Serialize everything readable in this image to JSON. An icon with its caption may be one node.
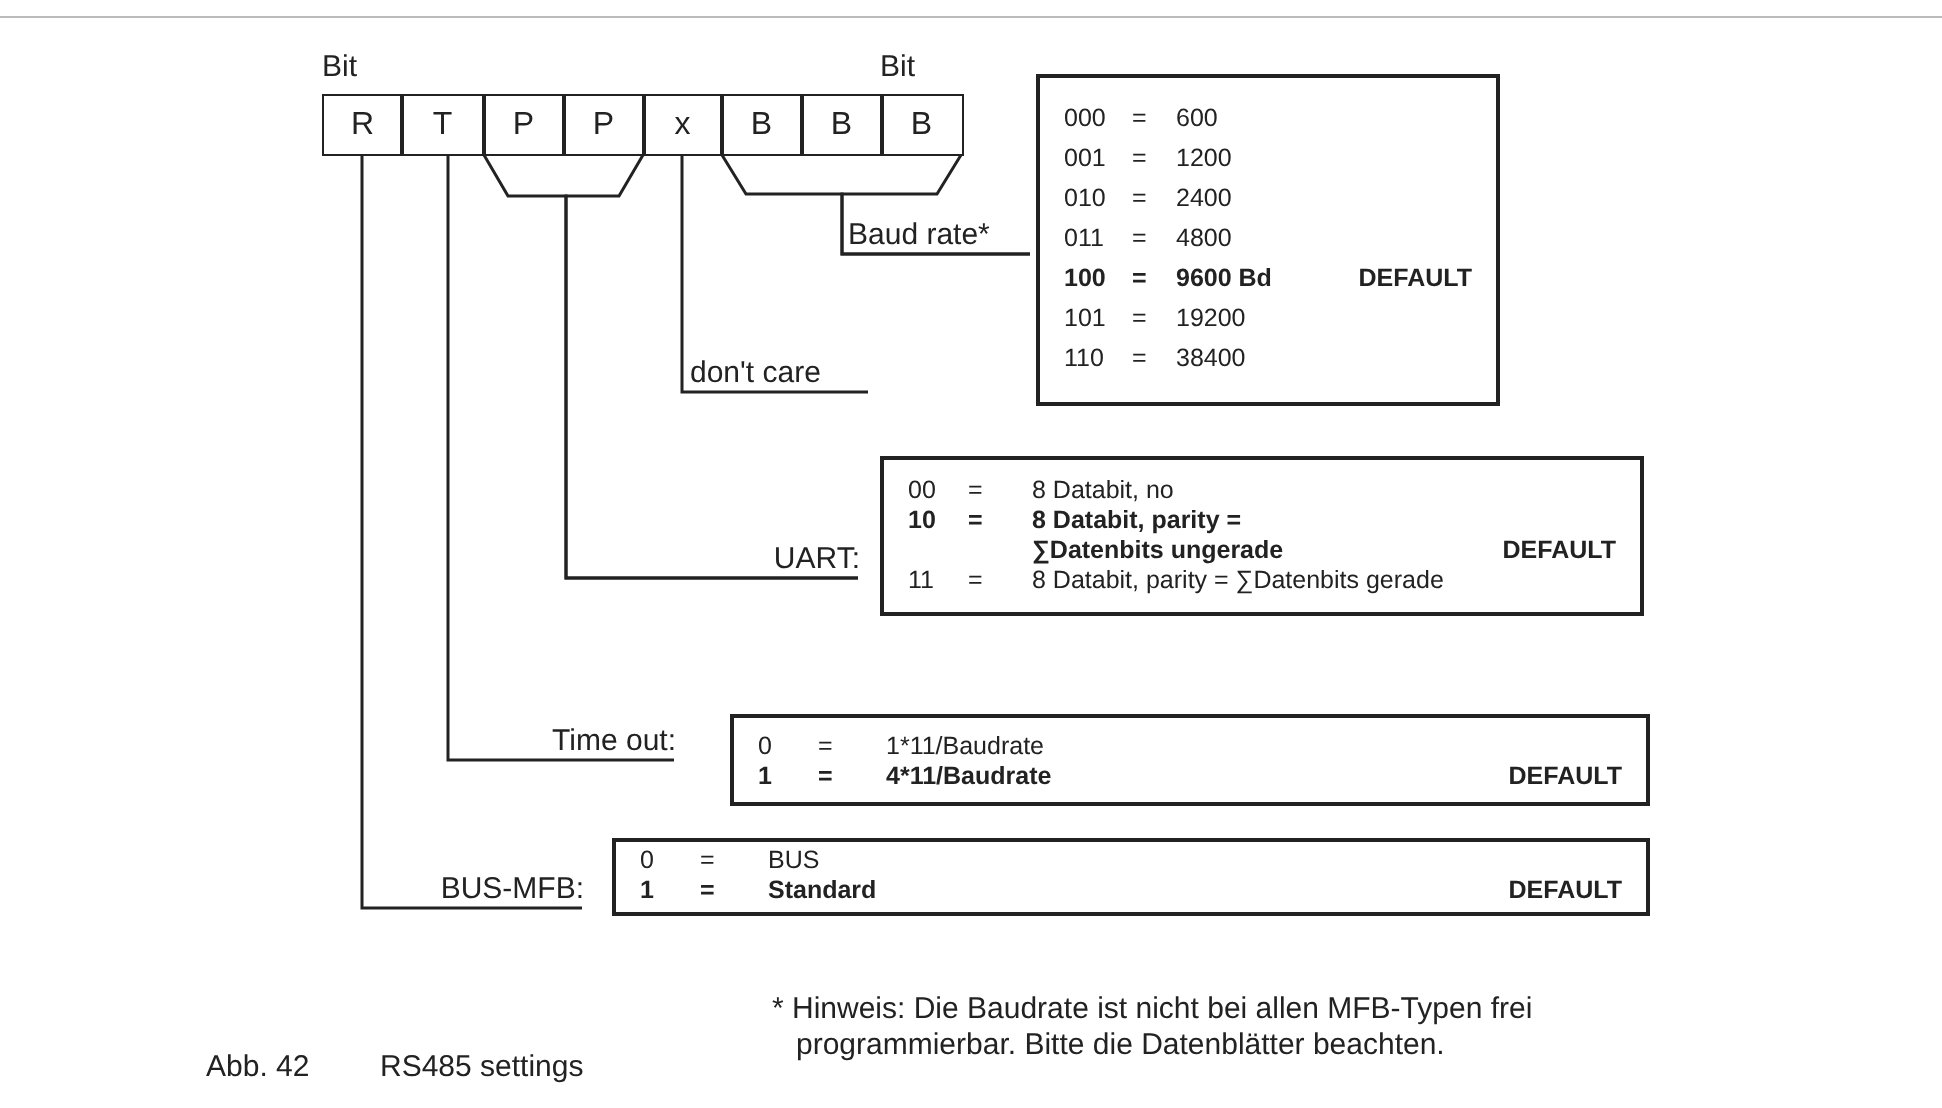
{
  "diagram": {
    "nodes": [
      {
        "text": [
          "R"
        ]
      },
      {
        "text": [
          "T"
        ]
      },
      {
        "text": [
          "P"
        ]
      },
      {
        "text": [
          "P"
        ]
      },
      {
        "text": [
          "x"
        ]
      },
      {
        "text": [
          "B"
        ]
      },
      {
        "text": [
          "B"
        ]
      },
      {
        "text": [
          "B"
        ]
      },
      {
        "text": [
          "Baud rate*"
        ]
      },
      {
        "text": [
          "000",
          "=",
          "600",
          "001",
          "=",
          "1200",
          "010",
          "=",
          "2400",
          "011",
          "=",
          "4800",
          "100",
          "=",
          "9600 Bd",
          "DEFAULT",
          "101",
          "=",
          "19200",
          "110",
          "=",
          "38400"
        ]
      },
      {
        "text": [
          "don't care"
        ]
      },
      {
        "text": [
          "UART:"
        ]
      },
      {
        "text": [
          "00",
          "=",
          "8 Databit, no",
          "10",
          "=",
          "8 Databit, parity = ∑Datenbits ungerade",
          "DEFAULT",
          "11",
          "=",
          "8 Databit, parity = ∑Datenbits gerade"
        ]
      },
      {
        "text": [
          "Time out:"
        ]
      },
      {
        "text": [
          "0",
          "=",
          "1*11/Baudrate",
          "1",
          "=",
          "4*11/Baudrate",
          "DEFAULT"
        ]
      },
      {
        "text": [
          "BUS-MFB:"
        ]
      },
      {
        "text": [
          "0",
          "=",
          "BUS",
          "1",
          "=",
          "Standard",
          "DEFAULT"
        ]
      }
    ],
    "edges": [
      {
        "from": 8,
        "to": 5,
        "arrow": "none"
      },
      {
        "from": 8,
        "to": 7,
        "arrow": "none"
      },
      {
        "from": 10,
        "to": 4,
        "arrow": "none"
      },
      {
        "from": 11,
        "to": 2,
        "arrow": "none"
      },
      {
        "from": 11,
        "to": 3,
        "arrow": "none"
      },
      {
        "from": 13,
        "to": 1,
        "arrow": "none"
      },
      {
        "from": 15,
        "to": 0,
        "arrow": "none"
      }
    ],
    "labels": [
      "Bit",
      "Bit",
      "* Hinweis: Die Baudrate ist nicht bei allen MFB-Typen frei programmierbar. Bitte die Datenblätter beachten.",
      "Abb. 42",
      "RS485 settings"
    ]
  }
}
